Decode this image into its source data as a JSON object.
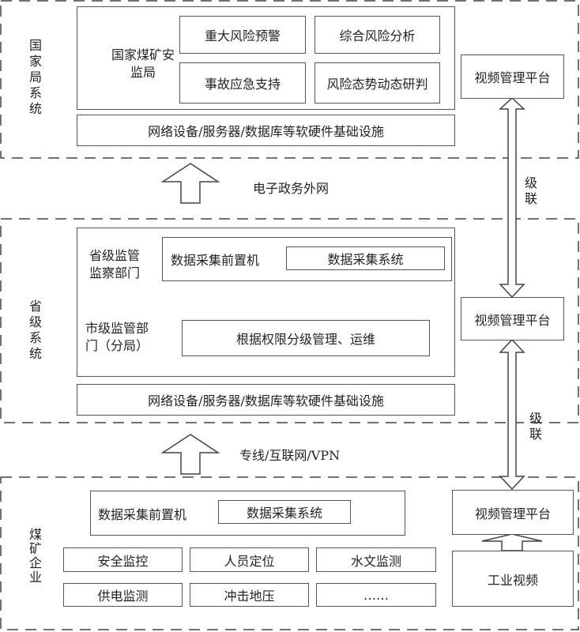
{
  "national": {
    "zone_label": "国家局系统",
    "agency": "国家煤矿安监局",
    "functions": [
      "重大风险预警",
      "综合风险分析",
      "事故应急支持",
      "风险态势动态研判"
    ],
    "infra": "网络设备/服务器/数据库等软硬件基础设施",
    "video_platform": "视频管理平台"
  },
  "link_national": "电子政务外网",
  "cascade_upper": "级联",
  "provincial": {
    "zone_label": "省级系统",
    "province_dept": "省级监管监察部门",
    "province_frontend": "数据采集前置机",
    "province_collect": "数据采集系统",
    "city_dept": "市级监管部门（分局）",
    "city_function": "根据权限分级管理、运维",
    "infra": "网络设备/服务器/数据库等软硬件基础设施",
    "video_platform": "视频管理平台"
  },
  "link_provincial": "专线/互联网/VPN",
  "cascade_lower": "级联",
  "enterprise": {
    "zone_label": "煤矿企业",
    "frontend": "数据采集前置机",
    "collect": "数据采集系统",
    "subsystems": [
      "安全监控",
      "人员定位",
      "水文监测",
      "供电监测",
      "冲击地压",
      "……"
    ],
    "video_platform": "视频管理平台",
    "industrial_video": "工业视频"
  }
}
